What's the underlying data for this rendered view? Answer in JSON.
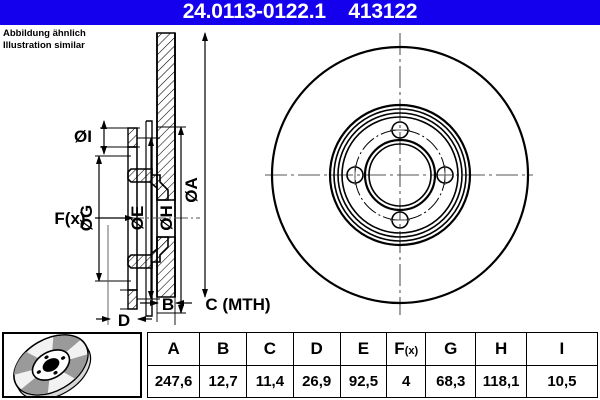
{
  "header": {
    "part_number": "24.0113-0122.1",
    "reference_number": "413122",
    "background_color": "#1500ee",
    "text_color": "#ffffff"
  },
  "note": {
    "line_de": "Abbildung ähnlich",
    "line_en": "Illustration similar"
  },
  "drawing": {
    "section_view": {
      "name": "brake-disc-cross-section",
      "dimension_labels": {
        "inner_bore": "ØI",
        "bolt_circle": "ØG",
        "hub_diameter": "ØE",
        "friction_inner": "ØH",
        "outer_diameter": "ØA",
        "bolt_hole_callout": "F(x)",
        "disc_thickness": "B",
        "min_thickness": "C (MTH)",
        "total_height": "D"
      }
    },
    "front_view": {
      "name": "brake-disc-front-view",
      "bolt_hole_count": 4
    }
  },
  "thumbnail": {
    "caption": "brake-disc-photo"
  },
  "spec_table": {
    "columns": [
      "A",
      "B",
      "C",
      "D",
      "E",
      "F(x)",
      "G",
      "H",
      "I"
    ],
    "fx_label_main": "F",
    "fx_label_sub": "(x)",
    "values": [
      "247,6",
      "12,7",
      "11,4",
      "26,9",
      "92,5",
      "4",
      "68,3",
      "118,1",
      "10,5"
    ]
  }
}
